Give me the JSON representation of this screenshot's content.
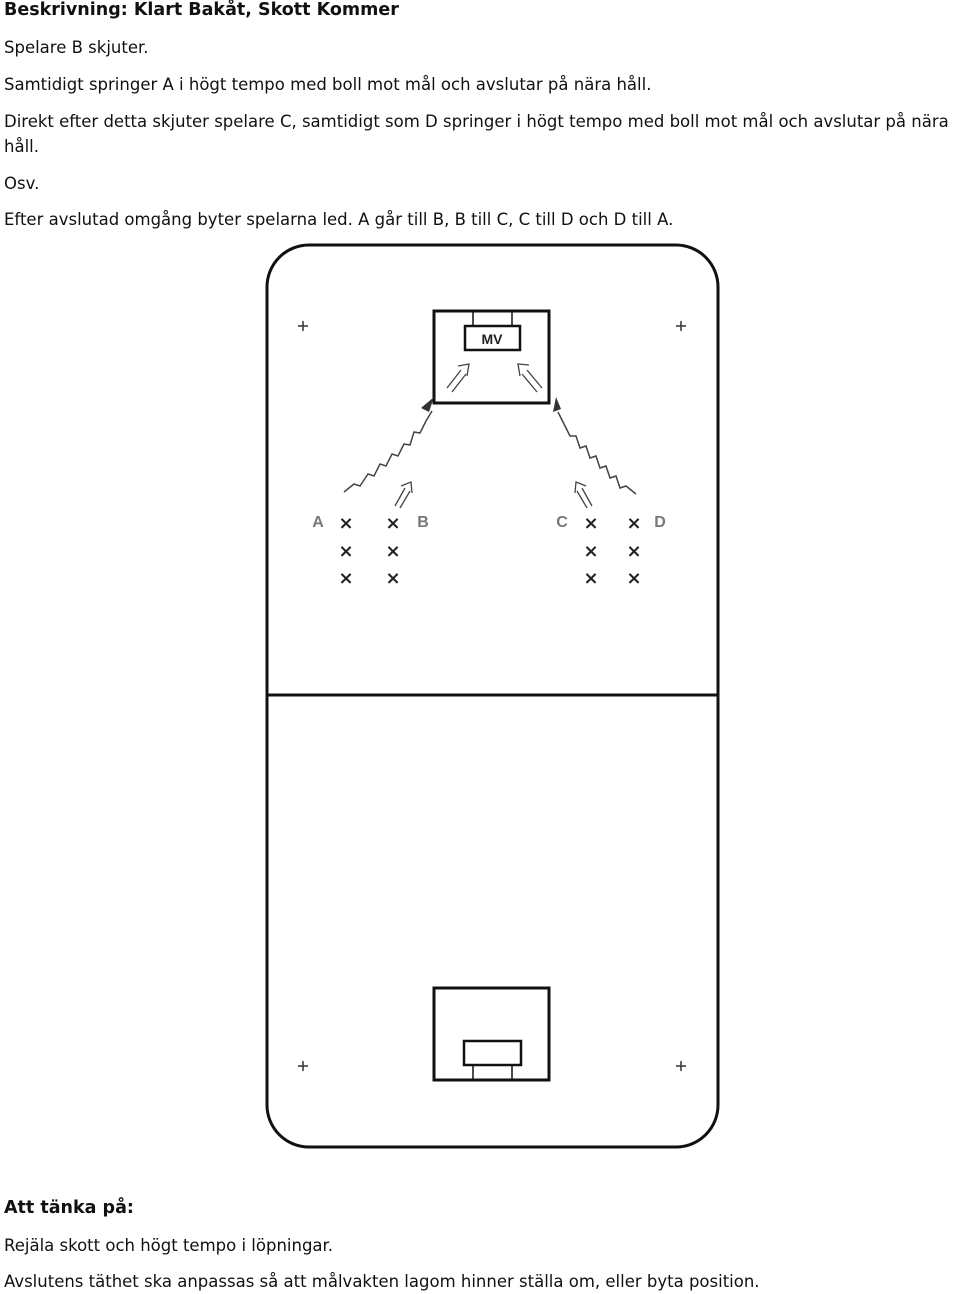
{
  "description": {
    "title": "Beskrivning: Klart Bakåt, Skott Kommer",
    "lines": [
      "Spelare B skjuter.",
      "Samtidigt springer A i högt tempo med boll mot mål och avslutar på nära håll.",
      "Direkt efter detta skjuter spelare C, samtidigt som D springer i högt tempo med boll mot mål och avslutar på nära håll.",
      "Osv.",
      "Efter avslutad omgång byter spelarna led. A går till B, B till C, C till D och D till A."
    ]
  },
  "diagram": {
    "goalie_label": "MV",
    "player_labels": [
      "A",
      "B",
      "C",
      "D"
    ],
    "player_marker": "×",
    "players_per_line": 3
  },
  "tips": {
    "title": "Att tänka på:",
    "lines": [
      "Rejäla skott och högt tempo i löpningar.",
      "Avslutens täthet ska anpassas så att målvakten lagom hinner ställa om, eller byta position."
    ]
  }
}
